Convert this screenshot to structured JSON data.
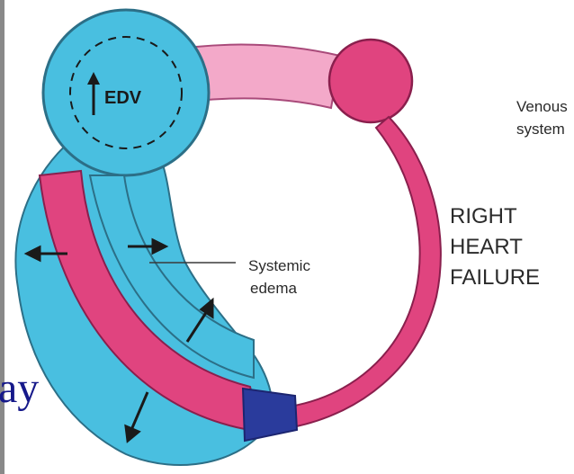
{
  "diagram": {
    "edv_label": "EDV",
    "venous_label_line1": "Venous",
    "venous_label_line2": "system",
    "edema_label_line1": "Systemic",
    "edema_label_line2": "edema",
    "failure_label_line1": "RIGHT",
    "failure_label_line2": "HEART",
    "failure_label_line3": "FAILURE",
    "side_fragment": "ay"
  },
  "colors": {
    "blue": "#49bfe0",
    "magenta": "#e0447f",
    "pink_light": "#f3a9c9",
    "dark_blue": "#2a3b9c",
    "text": "#2a2a2a"
  }
}
